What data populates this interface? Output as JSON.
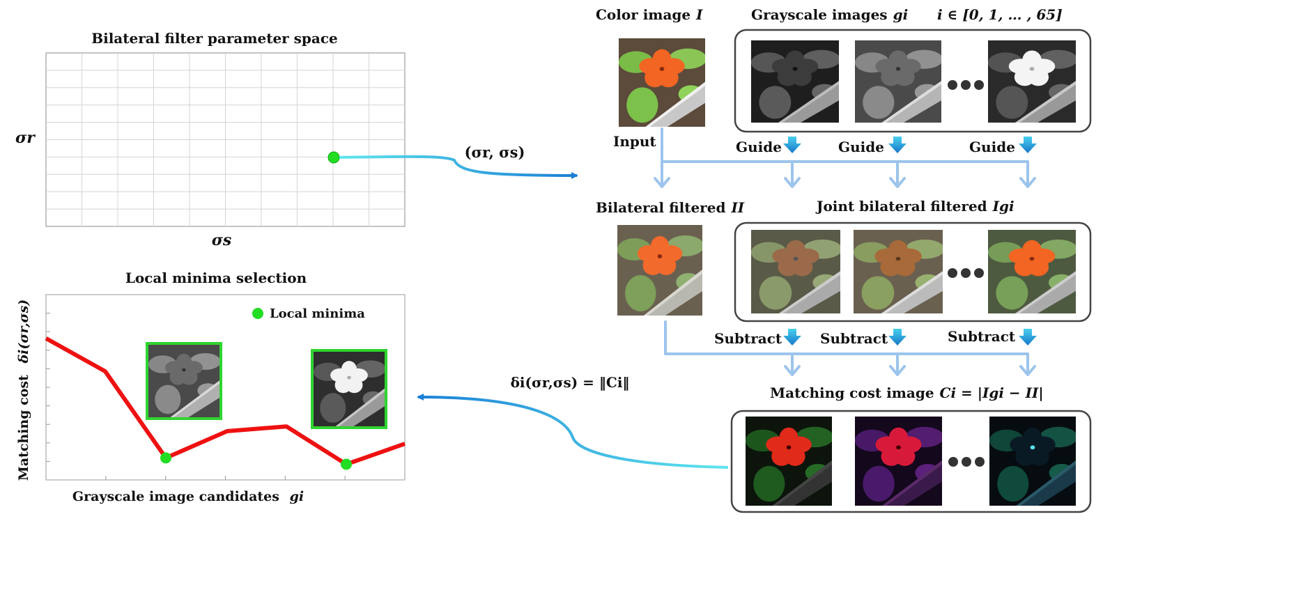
{
  "param_space": {
    "title": "Bilateral filter parameter space",
    "ylabel": "σr",
    "xlabel": "σs"
  },
  "param_arrow_label": "(σr, σs)",
  "minima": {
    "title": "Local minima  selection",
    "legend": "Local minima",
    "ylabel": "Matching cost",
    "ylabel_symbol": "δi(σr,σs)",
    "xlabel": "Grayscale image candidates",
    "xlabel_symbol": "gi"
  },
  "cost_arrow_label": "δi(σr,σs) = ‖Ci‖",
  "pipeline": {
    "color_label": "Color image",
    "color_symbol": "I",
    "gray_label": "Grayscale images",
    "gray_symbol": "gi",
    "index_label": "i ∈ [0, 1, … , 65]",
    "input_label": "Input",
    "guide_label": "Guide",
    "bilateral_label": "Bilateral filtered",
    "bilateral_symbol": "II",
    "joint_label": "Joint bilateral filtered",
    "joint_symbol": "Igi",
    "subtract_label": "Subtract",
    "matching_label": "Matching  cost image",
    "matching_formula": "Ci = |Igi − II|"
  },
  "colors": {
    "curve": "#ee1111",
    "minima_dot": "#22dd22",
    "arrow_blue": "#1a7fd6",
    "arrow_cyan": "#5ee6ee",
    "flow_light": "#9cc4ec"
  },
  "chart_data": {
    "type": "line",
    "title": "Local minima  selection",
    "xlabel": "Grayscale image candidates gi",
    "ylabel": "Matching cost δi(σr,σs)",
    "series": [
      {
        "values": [
          0.82,
          0.61,
          0.06,
          0.23,
          0.26,
          0.02,
          0.15
        ]
      }
    ],
    "local_minima_indices": [
      2,
      5
    ]
  }
}
